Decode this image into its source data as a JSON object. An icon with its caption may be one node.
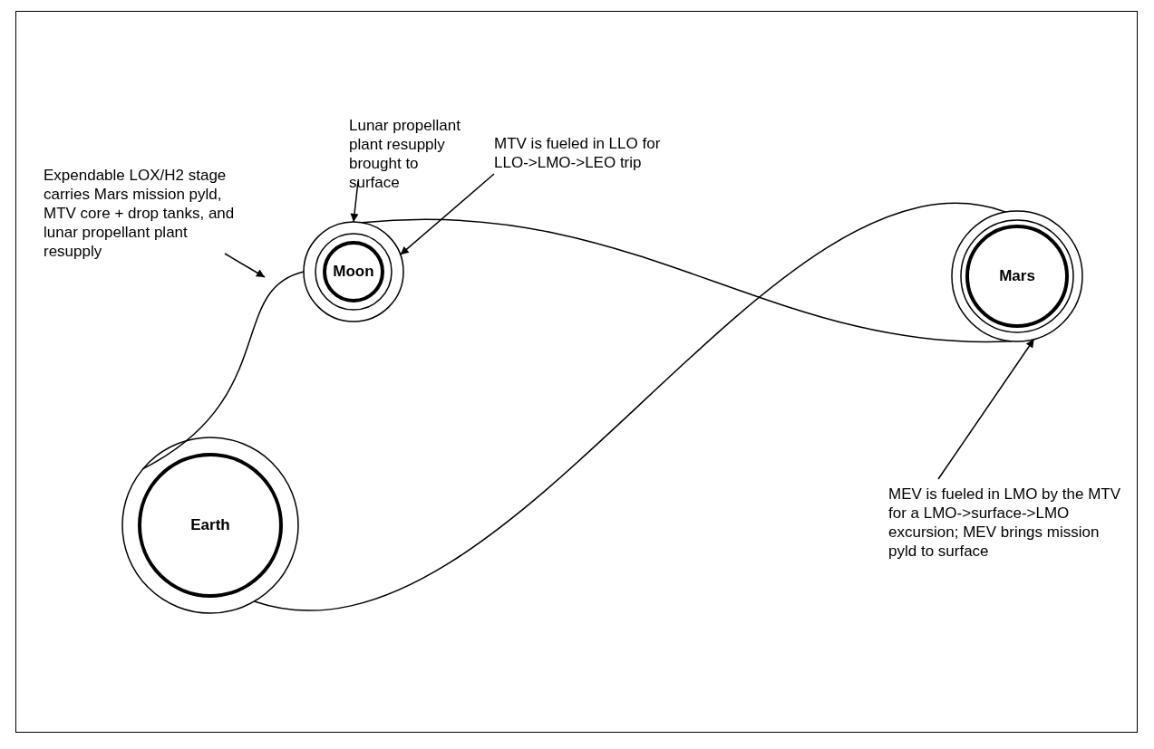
{
  "diagram": {
    "nodes": [
      {
        "text": [
          "Earth"
        ]
      },
      {
        "text": [
          "Moon"
        ]
      },
      {
        "text": [
          "Mars"
        ]
      },
      {
        "text": [
          "Lunar propellant plant resupply brought to surface"
        ]
      },
      {
        "text": [
          "MTV is fueled in LLO for LLO->LMO->LEO trip"
        ]
      },
      {
        "text": [
          "Expendable LOX/H2 stage carries Mars mission pyld, MTV core + drop tanks, and lunar propellant plant resupply"
        ]
      },
      {
        "text": [
          "MEV is fueled in LMO by the MTV for a LMO->surface->LMO excursion; MEV brings mission pyld to surface"
        ]
      }
    ],
    "edges": [
      {
        "from": 0,
        "to": 1,
        "arrow": "none"
      },
      {
        "from": 1,
        "to": 2,
        "arrow": "none"
      },
      {
        "from": 2,
        "to": 0,
        "arrow": "none"
      },
      {
        "from": 3,
        "to": 1,
        "arrow": "to"
      },
      {
        "from": 4,
        "to": 1,
        "arrow": "to"
      },
      {
        "from": 5,
        "to": null,
        "arrow": "to"
      },
      {
        "from": 6,
        "to": 2,
        "arrow": "to"
      }
    ]
  }
}
